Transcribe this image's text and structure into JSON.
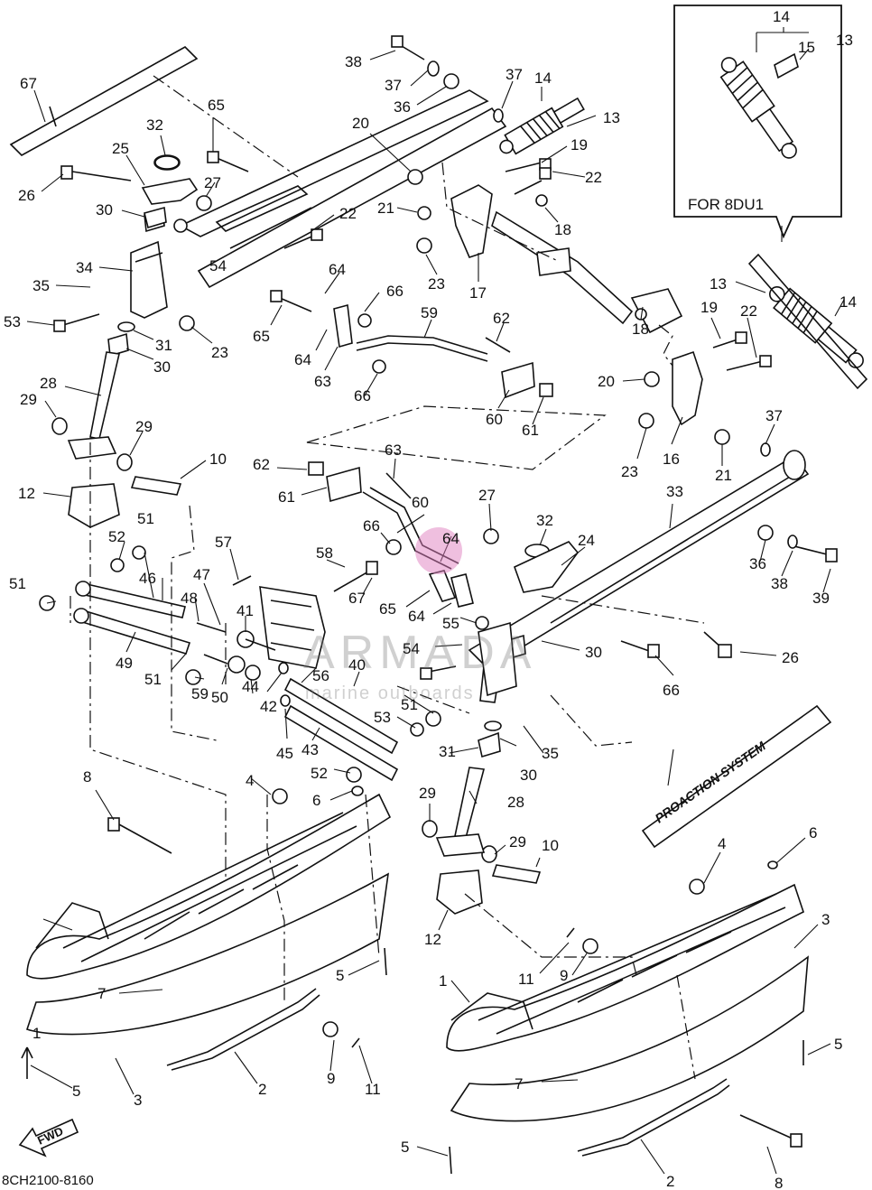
{
  "inset": {
    "label": "FOR 8DU1"
  },
  "diagram_code": "8CH2100-8160",
  "fwd_label": "FWD",
  "decal_text": "PROACTION SYSTEM",
  "watermark": {
    "name": "ARMADA",
    "sub": "marine outboards",
    "accent": "#e080c0"
  },
  "callouts": [
    "1",
    "1",
    "2",
    "2",
    "3",
    "3",
    "4",
    "4",
    "5",
    "5",
    "5",
    "5",
    "6",
    "6",
    "7",
    "7",
    "8",
    "8",
    "9",
    "9",
    "10",
    "10",
    "11",
    "11",
    "12",
    "12",
    "13",
    "13",
    "13",
    "14",
    "14",
    "14",
    "15",
    "16",
    "17",
    "18",
    "18",
    "19",
    "19",
    "20",
    "20",
    "21",
    "21",
    "22",
    "22",
    "22",
    "23",
    "23",
    "23",
    "24",
    "25",
    "26",
    "26",
    "27",
    "27",
    "28",
    "28",
    "29",
    "29",
    "29",
    "29",
    "30",
    "30",
    "30",
    "30",
    "31",
    "31",
    "32",
    "32",
    "33",
    "34",
    "35",
    "35",
    "36",
    "36",
    "37",
    "37",
    "37",
    "38",
    "38",
    "39",
    "40",
    "41",
    "42",
    "43",
    "44",
    "45",
    "46",
    "47",
    "48",
    "49",
    "50",
    "51",
    "51",
    "51",
    "51",
    "52",
    "52",
    "53",
    "53",
    "54",
    "54",
    "55",
    "56",
    "57",
    "58",
    "59",
    "59",
    "60",
    "60",
    "61",
    "61",
    "62",
    "62",
    "63",
    "63",
    "64",
    "64",
    "64",
    "64",
    "65",
    "65",
    "65",
    "66",
    "66",
    "66",
    "66",
    "67",
    "67"
  ]
}
